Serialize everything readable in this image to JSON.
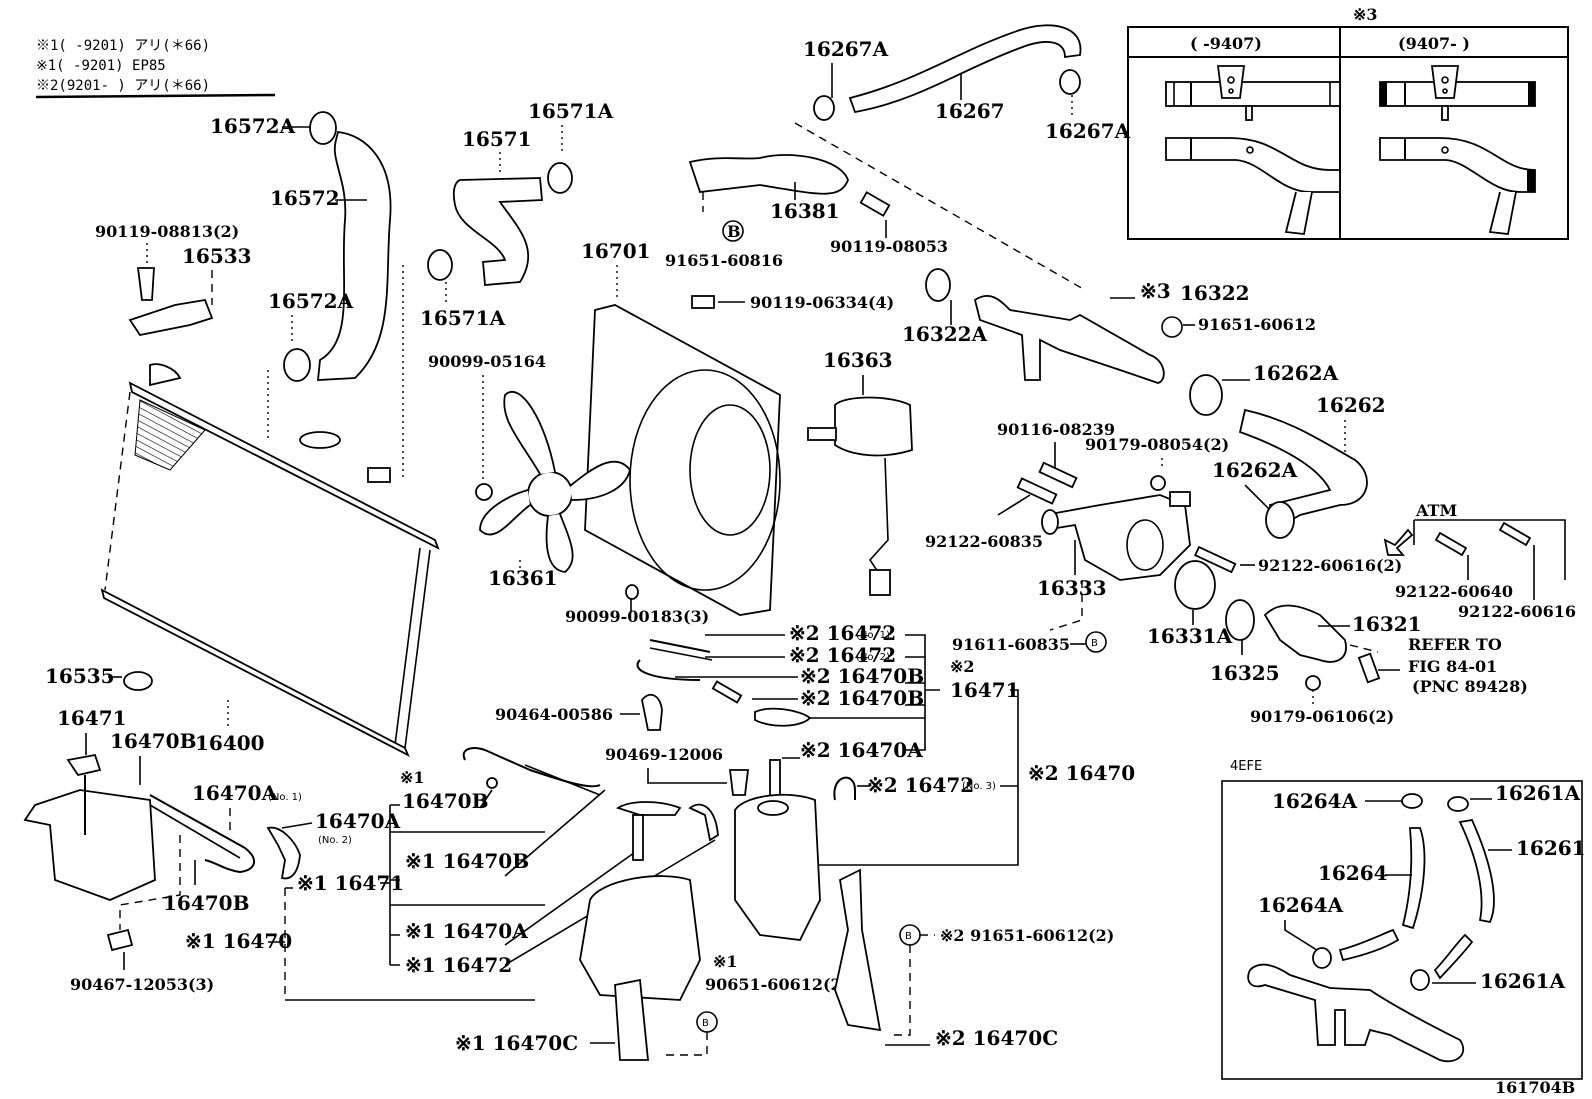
{
  "notes": {
    "line1": "※1(     -9201) アリ(＊66)",
    "line2": "※1(     -9201) EP85",
    "line3": "※2(9201-      ) アリ(＊66)"
  },
  "inset_variants": {
    "marker": "※3",
    "col1_header": "(      -9407)",
    "col2_header": "(9407-      )"
  },
  "inset_4efe": {
    "title": "4EFE",
    "labels": [
      "16264A",
      "16261A",
      "16261",
      "16264",
      "16264A",
      "16261A"
    ]
  },
  "figure_id": "161704B",
  "atm_label": "ATM",
  "refer": {
    "line1": "REFER TO",
    "line2": "FIG 84-01",
    "line3": "(PNC 89428)"
  },
  "bolt_symbol": "B",
  "labels": {
    "p16572A_top": "16572A",
    "p16572": "16572",
    "p16572A_bot": "16572A",
    "p90119_08813": "90119-08813(2)",
    "p16533": "16533",
    "p16571": "16571",
    "p16571A_top": "16571A",
    "p16571A_bot": "16571A",
    "p90099_05164": "90099-05164",
    "p16701": "16701",
    "p90119_06334": "90119-06334(4)",
    "p16363": "16363",
    "p16361": "16361",
    "p90099_00183": "90099-00183(3)",
    "p16267A_l": "16267A",
    "p16267": "16267",
    "p16267A_r": "16267A",
    "p16381": "16381",
    "p91651_60816": "91651-60816",
    "p90119_08053": "90119-08053",
    "p16322A": "16322A",
    "p16322": "16322",
    "p16322_marker": "※3",
    "p91651_60612": "91651-60612",
    "p16262A_top": "16262A",
    "p16262": "16262",
    "p16262A_mid": "16262A",
    "p90116_08239": "90116-08239",
    "p90179_08054": "90179-08054(2)",
    "p92122_60835": "92122-60835",
    "p16333": "16333",
    "p92122_60616_2": "92122-60616(2)",
    "p92122_60640": "92122-60640",
    "p92122_60616": "92122-60616",
    "p16331A": "16331A",
    "p16325": "16325",
    "p16321": "16321",
    "p90179_06106": "90179-06106(2)",
    "p91611_60835": "91611-60835",
    "p16535": "16535",
    "p16471_l": "16471",
    "p16470B_l1": "16470B",
    "p16400": "16400",
    "p16470A_no1": "16470A",
    "p16470A_no2": "16470A",
    "p16470B_l2": "16470B",
    "p90467_12053": "90467-12053(3)",
    "s1_16471": "※1 16471",
    "s1_16470": "※1 16470",
    "s1_16470B_a_mark": "※1",
    "s1_16470B_a": "16470B",
    "s1_16470B_b": "※1 16470B",
    "s1_16470A": "※1 16470A",
    "s1_16472": "※1 16472",
    "s1_16470C": "※1 16470C",
    "s1_90651_mark": "※1",
    "s1_90651": "90651-60612(2)",
    "p90464_00586": "90464-00586",
    "p90469_12006": "90469-12006",
    "s2_16472_no1": "※2 16472",
    "s2_16472_no2": "※2 16472",
    "s2_16470B_a": "※2 16470B",
    "s2_16470B_b": "※2 16470B",
    "s2_16470A": "※2 16470A",
    "s2_16471_mark": "※2",
    "s2_16471": "16471",
    "s2_16472_no3": "※2 16472",
    "s2_16470": "※2 16470",
    "s2_91651": "※2 91651-60612(2)",
    "s2_16470C": "※2 16470C"
  },
  "sublabels": {
    "no1": "(No. 1)",
    "no2": "(No. 2)",
    "no3": "(No. 3)"
  }
}
